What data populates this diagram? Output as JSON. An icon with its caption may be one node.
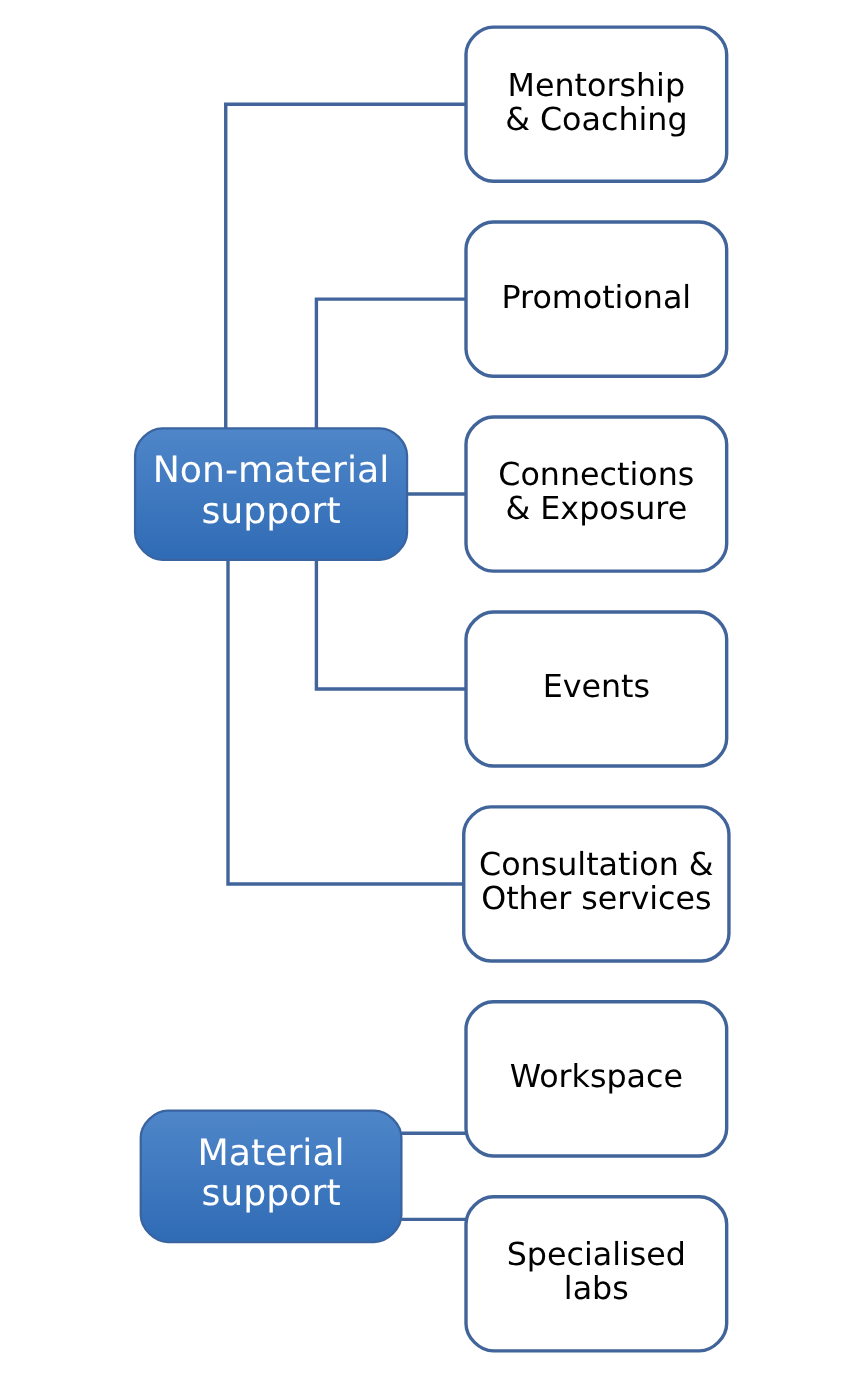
{
  "diagram": {
    "nodes": [
      {
        "text": [
          "Material support"
        ]
      },
      {
        "text": [
          "Workspace"
        ]
      },
      {
        "text": [
          "Specialised labs"
        ]
      },
      {
        "text": [
          "Non-material support"
        ]
      },
      {
        "text": [
          "Mentorship & Coaching"
        ]
      },
      {
        "text": [
          "Promotional"
        ]
      },
      {
        "text": [
          "Connections & Exposure"
        ]
      },
      {
        "text": [
          "Events"
        ]
      },
      {
        "text": [
          "Consultation & Other services"
        ]
      }
    ],
    "edges": [
      {
        "from": 0,
        "to": 1,
        "arrow": "none"
      },
      {
        "from": 0,
        "to": 2,
        "arrow": "none"
      },
      {
        "from": 3,
        "to": 4,
        "arrow": "none"
      },
      {
        "from": 3,
        "to": 5,
        "arrow": "none"
      },
      {
        "from": 3,
        "to": 6,
        "arrow": "none"
      },
      {
        "from": 3,
        "to": 7,
        "arrow": "none"
      },
      {
        "from": 3,
        "to": 8,
        "arrow": "none"
      }
    ]
  }
}
